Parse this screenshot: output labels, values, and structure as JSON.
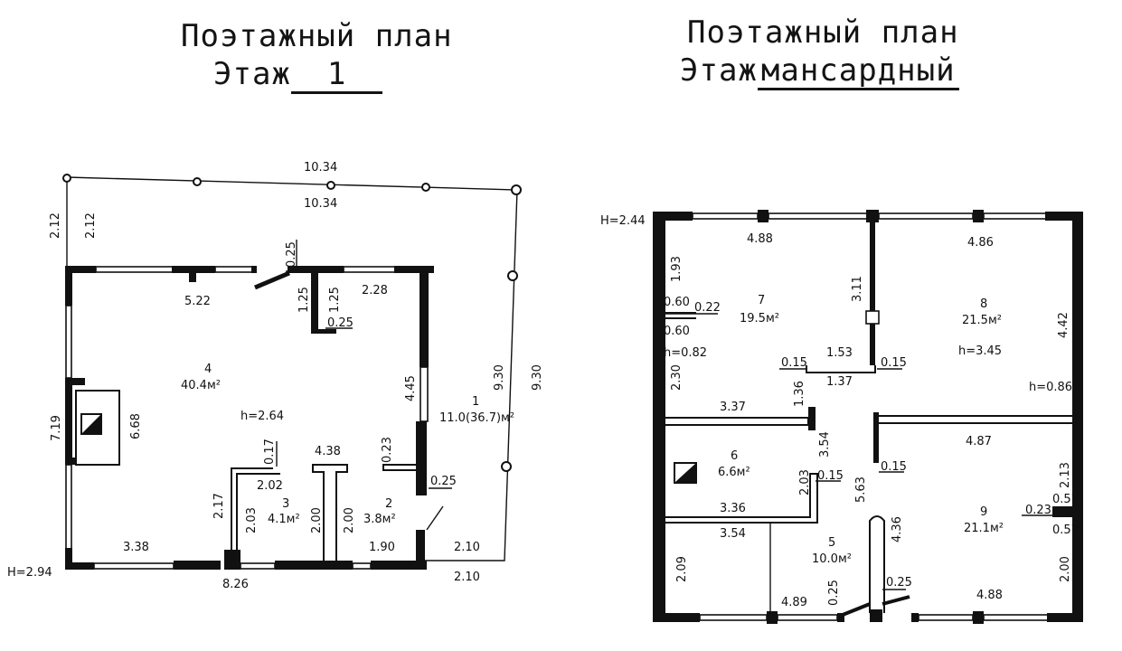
{
  "left_plan": {
    "title_line1": "Поэтажный план",
    "title_line2_prefix": "Этаж",
    "title_line2_value": "1",
    "height_mark": "H=2.94",
    "dims": {
      "top_outer": "10.34",
      "top_inner": "10.34",
      "left_outer_a": "2.12",
      "left_outer_b": "2.12",
      "right_outer_a": "9.30",
      "right_outer_b": "9.30",
      "left_wall": "7.19",
      "fireplace": "6.68",
      "d_522": "5.22",
      "d_025_top": "0.25",
      "d_125_a": "1.25",
      "d_125_b": "1.25",
      "d_025_mid": "0.25",
      "d_228": "2.28",
      "d_445": "4.45",
      "d_023": "0.23",
      "d_025_right": "0.25",
      "d_017": "0.17",
      "d_202": "2.02",
      "d_438": "4.38",
      "d_217": "2.17",
      "d_203": "2.03",
      "d_200_a": "2.00",
      "d_200_b": "2.00",
      "d_338": "3.38",
      "d_190": "1.90",
      "d_210_a": "2.10",
      "d_210_b": "2.10",
      "d_826": "8.26"
    },
    "rooms": {
      "r4_num": "4",
      "r4_area": "40.4м²",
      "r4_height": "h=2.64",
      "r1_num": "1",
      "r1_area": "11.0(36.7)м²",
      "r3_num": "3",
      "r3_area": "4.1м²",
      "r2_num": "2",
      "r2_area": "3.8м²"
    }
  },
  "right_plan": {
    "title_line1": "Поэтажный план",
    "title_line2_prefix": "Этаж",
    "title_line2_value": "мансардный",
    "height_mark": "H=2.44",
    "dims": {
      "d_488_top": "4.88",
      "d_486": "4.86",
      "d_193": "1.93",
      "d_311": "3.11",
      "d_442": "4.42",
      "d_060_a": "0.60",
      "d_022": "0.22",
      "d_060_b": "0.60",
      "h_082": "h=0.82",
      "d_015_a": "0.15",
      "d_153": "1.53",
      "d_015_b": "0.15",
      "d_137": "1.37",
      "d_230": "2.30",
      "d_337": "3.37",
      "d_136": "1.36",
      "h_086": "h=0.86",
      "d_487": "4.87",
      "d_354_v": "3.54",
      "d_203": "2.03",
      "d_015_c": "0.15",
      "d_015_d": "0.15",
      "d_563": "5.63",
      "d_213": "2.13",
      "d_336": "3.36",
      "d_023": "0.23",
      "d_057_a": "0.57",
      "d_057_b": "0.57",
      "d_354_h": "3.54",
      "d_436": "4.36",
      "d_209": "2.09",
      "d_200": "2.00",
      "d_489": "4.89",
      "d_025_a": "0.25",
      "d_025_b": "0.25",
      "d_488_bottom": "4.88"
    },
    "rooms": {
      "r7_num": "7",
      "r7_area": "19.5м²",
      "r8_num": "8",
      "r8_area": "21.5м²",
      "r8_height": "h=3.45",
      "r6_num": "6",
      "r6_area": "6.6м²",
      "r5_num": "5",
      "r5_area": "10.0м²",
      "r9_num": "9",
      "r9_area": "21.1м²"
    }
  }
}
